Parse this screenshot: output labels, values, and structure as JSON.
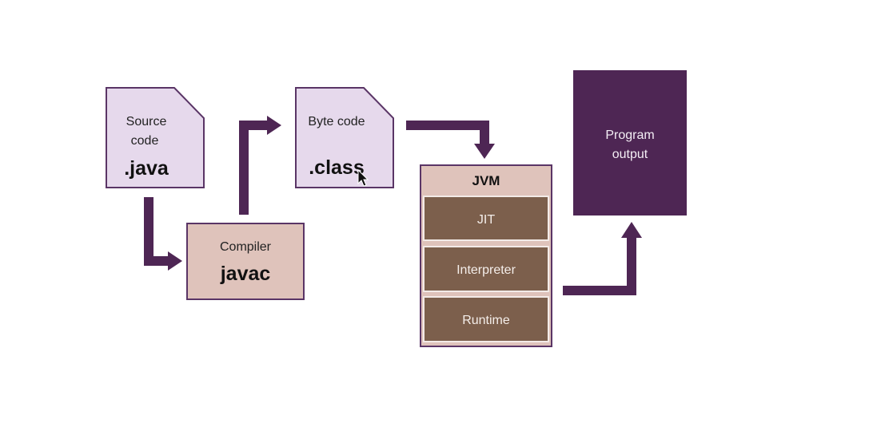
{
  "diagram": {
    "source": {
      "label": "Source",
      "label2": "code",
      "extension": ".java"
    },
    "compiler": {
      "label": "Compiler",
      "name": "javac"
    },
    "bytecode": {
      "label": "Byte code",
      "extension": ".class"
    },
    "jvm": {
      "title": "JVM",
      "components": [
        "JIT",
        "Interpreter",
        "Runtime"
      ]
    },
    "output": {
      "label": "Program",
      "label2": "output"
    }
  },
  "colors": {
    "accent": "#4e2654",
    "file_fill": "#e6d9ec",
    "compiler_fill": "#dfc3bb",
    "jvm_component_fill": "#7c5f4c"
  },
  "icons": {
    "cursor": "mouse-pointer-icon"
  }
}
